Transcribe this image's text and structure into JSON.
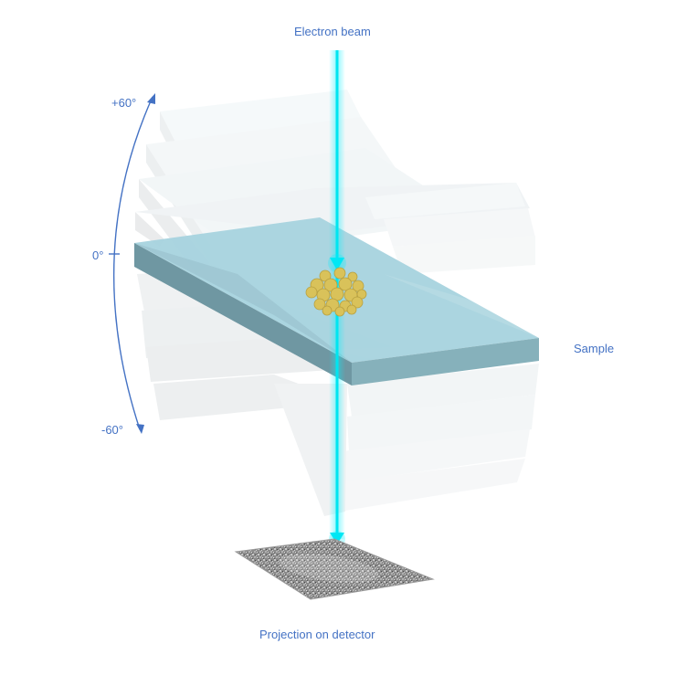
{
  "labels": {
    "electron_beam": "Electron beam",
    "sample": "Sample",
    "projection": "Projection on detector",
    "tilt_max": "+60°",
    "tilt_zero": "0°",
    "tilt_min": "-60°"
  },
  "tilt_range": {
    "min_deg": -60,
    "max_deg": 60,
    "reference_deg": 0
  },
  "colors": {
    "label_text": "#4472c4",
    "beam": "#00e5f0",
    "slab_top": "#a7d3de",
    "slab_side_left": "#6f97a2",
    "slab_side_front": "#86b1bb",
    "ghost_slab": "#dde3e6",
    "nanoparticle": "#d9c25a",
    "nanoparticle_edge": "#b8a040",
    "arrow": "#4472c4"
  }
}
